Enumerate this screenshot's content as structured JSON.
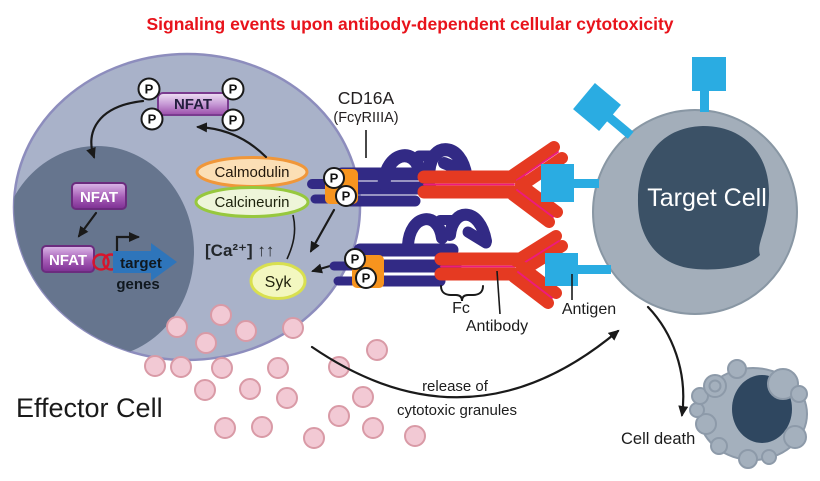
{
  "title": {
    "text": "Signaling events upon antibody-dependent cellular cytotoxicity",
    "color": "#e8131b"
  },
  "effector_cell": {
    "label": "Effector Cell",
    "phosphate_label": "P",
    "nfat_label": "NFAT",
    "calmodulin_label": "Calmodulin",
    "calcineurin_label": "Calcineurin",
    "calcium_label": "[Ca²⁺] ↑↑",
    "syk_label": "Syk",
    "target_genes": {
      "line1": "target",
      "line2": "genes"
    }
  },
  "receptor": {
    "name": "CD16A",
    "alt_name": "(FcγRIIIA)"
  },
  "immune_complex": {
    "fc_label": "Fc",
    "antibody_label": "Antibody",
    "antigen_label": "Antigen"
  },
  "target_cell": {
    "label": "Target Cell"
  },
  "granule_release": {
    "line1": "release of",
    "line2": "cytotoxic granules"
  },
  "cell_death": {
    "label": "Cell death"
  },
  "colors": {
    "title": "#e8131b",
    "effector_fill": "#a9b2c9",
    "effector_outline": "#8d8dbd",
    "effector_nucleus": "#66758e",
    "target_fill": "#a3aeba",
    "target_nucleus": "#3b5166",
    "granule": "#f2c9d4",
    "receptor_indigo": "#322a85",
    "itam_orange": "#f7941e",
    "antibody_red": "#e53a22",
    "antigen_cyan": "#2aace2",
    "nfat_purple": "#8c3d9e",
    "calmodulin_orange": "#f0973a",
    "calcineurin_green": "#97c83e",
    "syk_yellow": "#d9e04f",
    "genes_arrow_blue": "#2e75bb"
  }
}
